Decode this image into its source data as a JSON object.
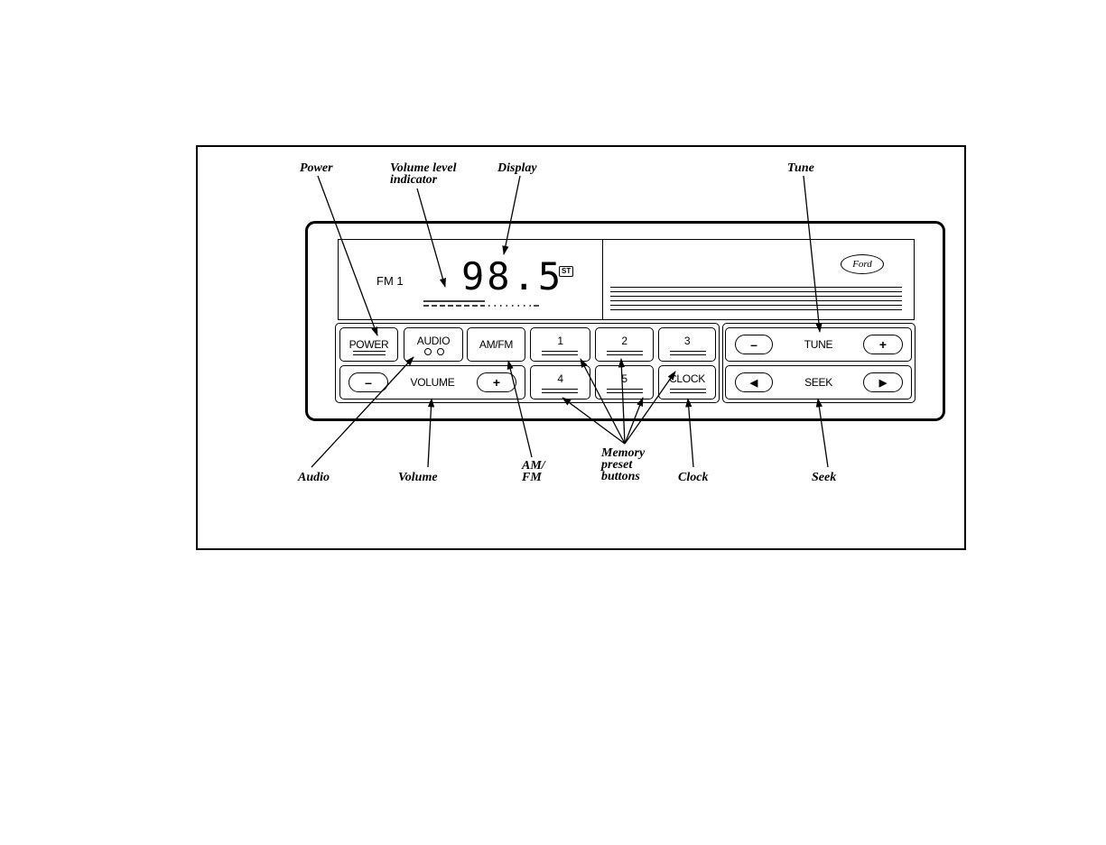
{
  "callouts": {
    "power": "Power",
    "volume_level_indicator": "Volume level\nindicator",
    "display": "Display",
    "tune": "Tune",
    "audio": "Audio",
    "volume": "Volume",
    "am_fm": "AM/\nFM",
    "memory_preset_buttons": "Memory\npreset\nbuttons",
    "clock": "Clock",
    "seek": "Seek"
  },
  "display": {
    "band": "FM 1",
    "frequency": "98.5",
    "stereo_badge": "ST"
  },
  "logo": "Ford",
  "buttons": {
    "power": "POWER",
    "audio": "AUDIO",
    "am_fm": "AM/FM",
    "preset_1": "1",
    "preset_2": "2",
    "preset_3": "3",
    "preset_4": "4",
    "preset_5": "5",
    "clock": "CLOCK",
    "tune": "TUNE",
    "seek": "SEEK",
    "volume": "VOLUME",
    "minus": "–",
    "plus": "+",
    "seek_back": "◀",
    "seek_forward": "▶"
  }
}
